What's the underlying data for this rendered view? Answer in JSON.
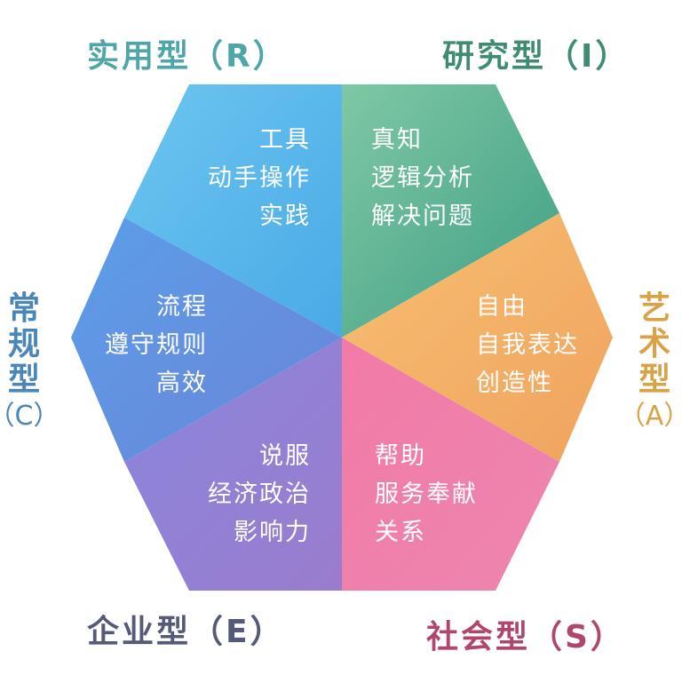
{
  "colors": {
    "realistic": "#5ab6ea",
    "investigative": "#52ad8f",
    "artistic": "#f2b169",
    "social": "#ee6fa0",
    "enterprising": "#8d7fd6",
    "conventional": "#5f8fe0",
    "label_realistic": "#4fa6a8",
    "label_investigative": "#3f8c70",
    "label_artistic": "#d9a246",
    "label_social": "#b0466e",
    "label_enterprising": "#555a78",
    "label_conventional": "#4a86b8"
  },
  "types": {
    "realistic": {
      "label": "实用型（R）",
      "keywords": [
        "工具",
        "动手操作",
        "实践"
      ]
    },
    "investigative": {
      "label": "研究型（I）",
      "keywords": [
        "真知",
        "逻辑分析",
        "解决问题"
      ]
    },
    "artistic": {
      "label_chars": [
        "艺",
        "术",
        "型"
      ],
      "code": "（A）",
      "keywords": [
        "自由",
        "自我表达",
        "创造性"
      ]
    },
    "social": {
      "label": "社会型（S）",
      "keywords": [
        "帮助",
        "服务奉献",
        "关系"
      ]
    },
    "enterprising": {
      "label": "企业型（E）",
      "keywords": [
        "说服",
        "经济政治",
        "影响力"
      ]
    },
    "conventional": {
      "label_chars": [
        "常",
        "规",
        "型"
      ],
      "code": "（C）",
      "keywords": [
        "流程",
        "遵守规则",
        "高效"
      ]
    }
  }
}
